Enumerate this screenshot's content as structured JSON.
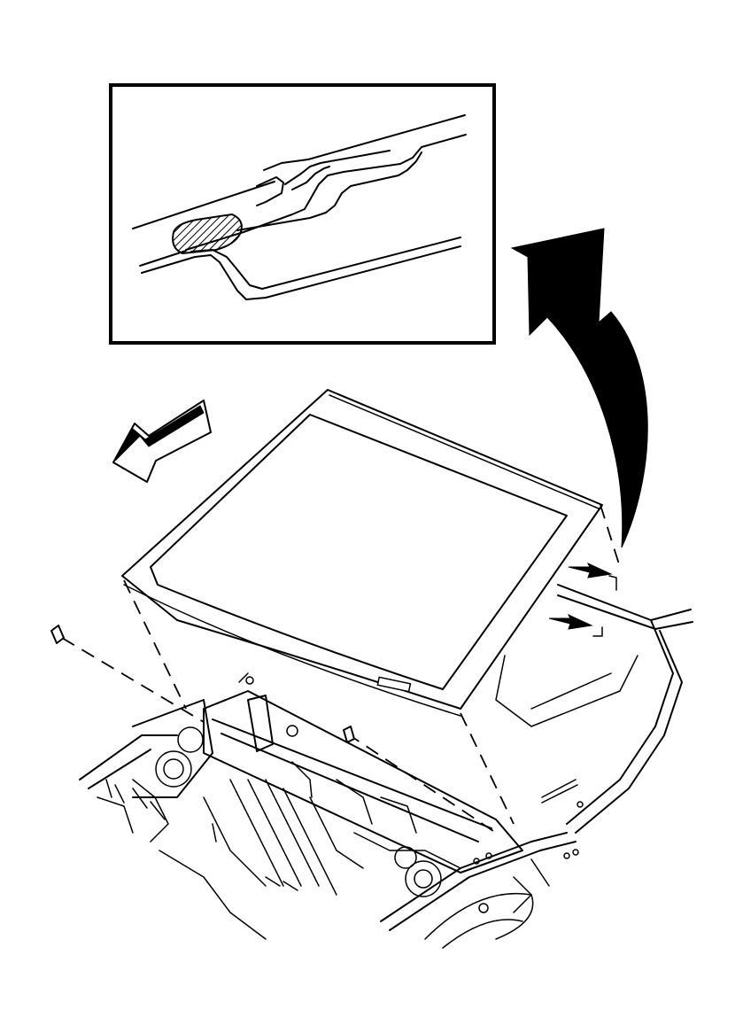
{
  "diagram": {
    "elements": [
      "detail-inset",
      "urethane-bead-detail",
      "removal-arc-arrow",
      "direction-arrow",
      "windshield-glass",
      "cowl-body-structure"
    ]
  },
  "colors": {
    "line": "#000000",
    "background": "#ffffff"
  }
}
